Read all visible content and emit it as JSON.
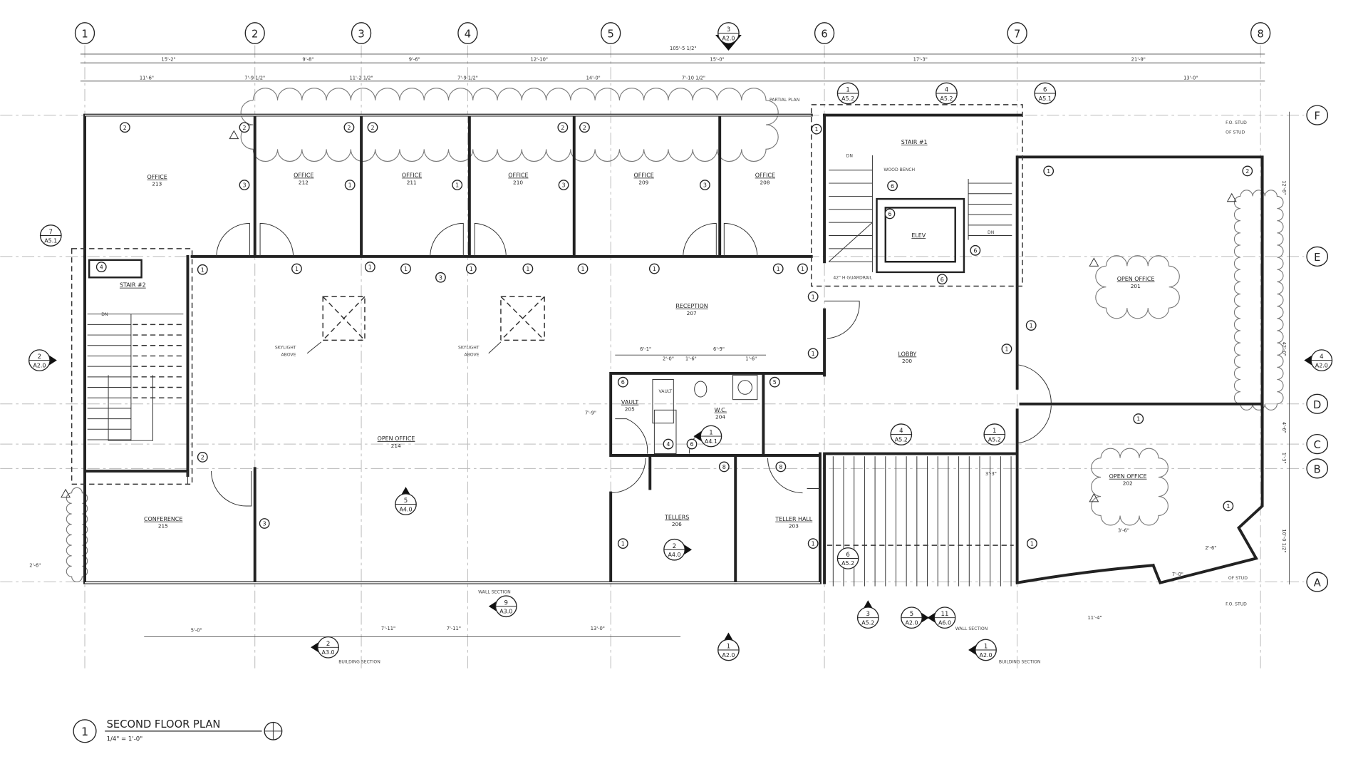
{
  "drawing": {
    "title": "SECOND FLOOR PLAN",
    "scale": "1/4\" = 1'-0\"",
    "title_number": "1"
  },
  "grid_columns": [
    "1",
    "2",
    "3",
    "4",
    "5",
    "6",
    "7",
    "8"
  ],
  "grid_rows": [
    "F",
    "E",
    "D",
    "C",
    "B",
    "A"
  ],
  "dimensions": {
    "overall": "105'-5 1/2\"",
    "bays": [
      "15'-2\"",
      "9'-8\"",
      "9'-6\"",
      "12'-10\"",
      "15'-0\"",
      "17'-3\"",
      "21'-9\""
    ],
    "sub": [
      "11'-6\"",
      "7'-9 1/2\"",
      "11'-2 1/2\"",
      "7'-9 1/2\"",
      "14'-0\"",
      "7'-10 1/2\"",
      "13'-0\""
    ],
    "right": [
      "12'-6\"",
      "42'-0\"",
      "4'-6\"",
      "1'-3\"",
      "10'-0 1/2\""
    ],
    "misc": [
      "6'-1\"",
      "6'-9\"",
      "2'-0\"",
      "1'-6\"",
      "1'-6\"",
      "7'-9\"",
      "3'-3\"",
      "5'-0\"",
      "7'-11\"",
      "7'-11\"",
      "13'-0\"",
      "11'-4\"",
      "2'-6\"",
      "7'-0\"",
      "3'-6\"",
      "2'-6\""
    ]
  },
  "rooms": [
    {
      "name": "OFFICE",
      "number": "213"
    },
    {
      "name": "OFFICE",
      "number": "212"
    },
    {
      "name": "OFFICE",
      "number": "211"
    },
    {
      "name": "OFFICE",
      "number": "210"
    },
    {
      "name": "OFFICE",
      "number": "209"
    },
    {
      "name": "OFFICE",
      "number": "208"
    },
    {
      "name": "STAIR #1",
      "number": ""
    },
    {
      "name": "ELEV",
      "number": ""
    },
    {
      "name": "STAIR #2",
      "number": ""
    },
    {
      "name": "RECEPTION",
      "number": "207"
    },
    {
      "name": "OPEN OFFICE",
      "number": "201"
    },
    {
      "name": "LOBBY",
      "number": "200"
    },
    {
      "name": "OPEN OFFICE",
      "number": "214"
    },
    {
      "name": "VAULT",
      "number": "205"
    },
    {
      "name": "W.C.",
      "number": "204"
    },
    {
      "name": "CONFERENCE",
      "number": "215"
    },
    {
      "name": "TELLERS",
      "number": "206"
    },
    {
      "name": "TELLER HALL",
      "number": "203"
    },
    {
      "name": "OPEN OFFICE",
      "number": "202"
    }
  ],
  "notes": {
    "skylight1": "SKYLIGHT",
    "skylight2": "SKYLIGHT",
    "above": "ABOVE",
    "partial_plan": "PARTIAL PLAN",
    "wood_bench": "WOOD BENCH",
    "guardrail": "42\" H GUARDRAIL",
    "dn": "DN",
    "vault_label": "VAULT",
    "fo_stud": "F.O. STUD",
    "of_stud": "OF STUD",
    "wall_section": "WALL SECTION",
    "building_section": "BUILDING SECTION"
  },
  "callouts": [
    {
      "num": "3",
      "sheet": "A2.0"
    },
    {
      "num": "2",
      "sheet": "A2.0"
    },
    {
      "num": "4",
      "sheet": "A2.0"
    },
    {
      "num": "1",
      "sheet": "A2.0"
    },
    {
      "num": "2",
      "sheet": "A3.0"
    },
    {
      "num": "1",
      "sheet": "A2.0"
    },
    {
      "num": "9",
      "sheet": "A3.0"
    },
    {
      "num": "5",
      "sheet": "A4.0"
    },
    {
      "num": "2",
      "sheet": "A4.0"
    },
    {
      "num": "1",
      "sheet": "A4.1"
    },
    {
      "num": "3",
      "sheet": "A5.2"
    },
    {
      "num": "5",
      "sheet": "A2.0"
    },
    {
      "num": "11",
      "sheet": "A6.0"
    },
    {
      "num": "7",
      "sheet": "A5.1"
    },
    {
      "num": "1",
      "sheet": "A5.2"
    },
    {
      "num": "4",
      "sheet": "A5.2"
    },
    {
      "num": "6",
      "sheet": "A5.1"
    },
    {
      "num": "4",
      "sheet": "A5.2"
    },
    {
      "num": "1",
      "sheet": "A5.2"
    },
    {
      "num": "6",
      "sheet": "A5.2"
    }
  ],
  "wall_tags": [
    "2",
    "2",
    "2",
    "2",
    "2",
    "2",
    "3",
    "1",
    "1",
    "3",
    "3",
    "3",
    "1",
    "1",
    "1",
    "1",
    "1",
    "1",
    "1",
    "1",
    "1",
    "1",
    "1",
    "6",
    "6",
    "6",
    "6",
    "5",
    "4",
    "6",
    "8",
    "8",
    "1",
    "3",
    "1",
    "1",
    "1",
    "1",
    "1",
    "1",
    "1",
    "1",
    "2",
    "2",
    "4",
    "6",
    "1"
  ],
  "colors": {
    "ink": "#222222",
    "grid": "#bbbbbb",
    "paper": "#ffffff"
  }
}
